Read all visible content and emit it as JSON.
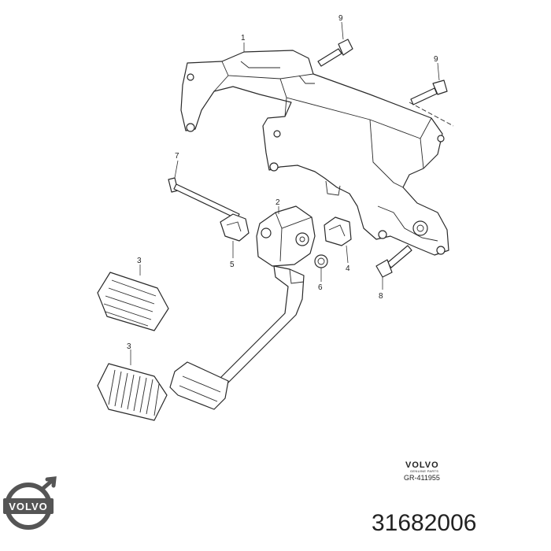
{
  "callouts": [
    {
      "label": "1"
    },
    {
      "label": "9"
    },
    {
      "label": "9"
    },
    {
      "label": "7"
    },
    {
      "label": "2"
    },
    {
      "label": "5"
    },
    {
      "label": "4"
    },
    {
      "label": "6"
    },
    {
      "label": "8"
    },
    {
      "label": "3"
    },
    {
      "label": "3"
    }
  ],
  "reference": {
    "brand": "VOLVO",
    "subtitle": "GENUINE PARTS",
    "code": "GR-411955"
  },
  "logo": {
    "brand": "VOLVO",
    "icon": "volvo-iron-mark-icon",
    "color": "#555555"
  },
  "part_number": "31682006"
}
